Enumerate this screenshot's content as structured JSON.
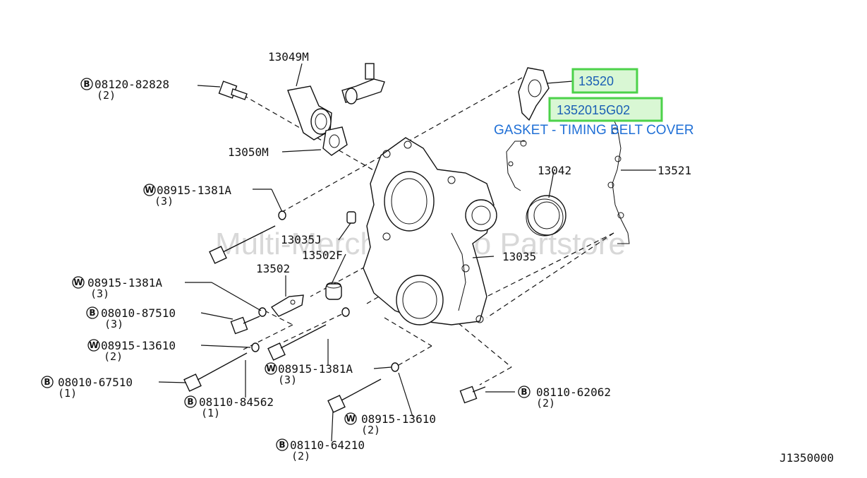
{
  "diagram_ref": "J1350000",
  "watermark": "Multi-Merchant Auto Partstore",
  "selected_part": {
    "number": "13520",
    "part_code": "1352015G02",
    "description": "GASKET - TIMING BELT COVER"
  },
  "callouts": {
    "p13049M": "13049M",
    "p13050M": "13050M",
    "p13035J": "13035J",
    "p13502F": "13502F",
    "p13502": "13502",
    "p13035": "13035",
    "p13042": "13042",
    "p13521": "13521",
    "p13520": "13520",
    "b_08120_82828": "08120-82828",
    "b_08120_82828_q": "(2)",
    "w_08915_1381A_a": "08915-1381A",
    "w_08915_1381A_a_q": "(3)",
    "w_08915_1381A_b": "08915-1381A",
    "w_08915_1381A_b_q": "(3)",
    "b_08010_87510": "08010-87510",
    "b_08010_87510_q": "(3)",
    "w_08915_13610_a": "08915-13610",
    "w_08915_13610_a_q": "(2)",
    "b_08010_67510": "08010-67510",
    "b_08010_67510_q": "(1)",
    "w_08915_1381A_c": "08915-1381A",
    "w_08915_1381A_c_q": "(3)",
    "b_08110_84562": "08110-84562",
    "b_08110_84562_q": "(1)",
    "w_08915_13610_b": "08915-13610",
    "w_08915_13610_b_q": "(2)",
    "b_08110_64210": "08110-64210",
    "b_08110_64210_q": "(2)",
    "b_08110_62062": "08110-62062",
    "b_08110_62062_q": "(2)"
  },
  "prefixes": {
    "bolt": "B",
    "washer": "W"
  }
}
